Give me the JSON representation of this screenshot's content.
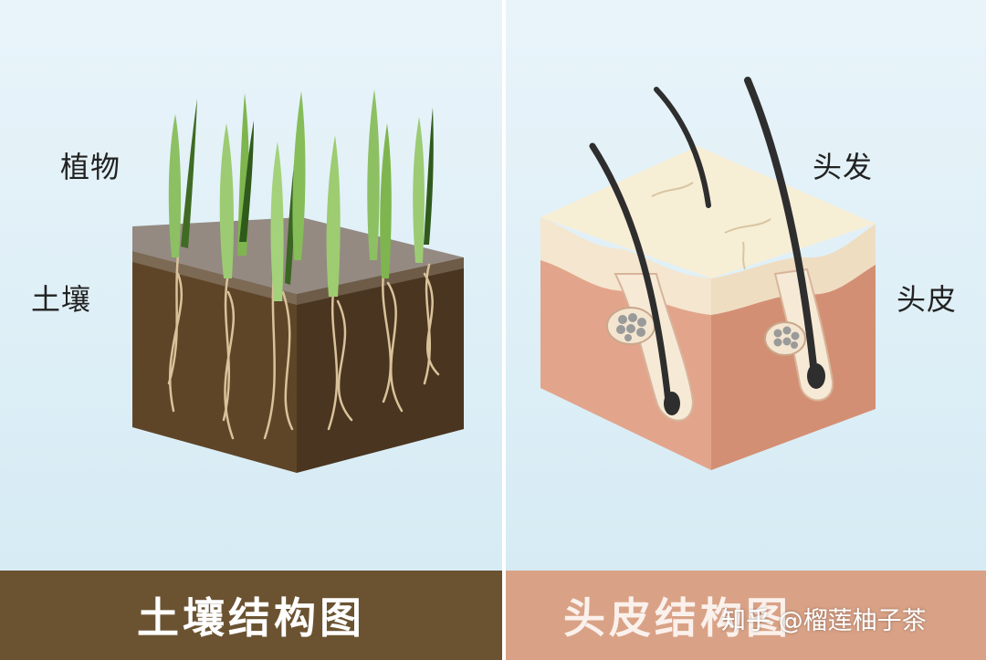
{
  "left": {
    "label_plant": "植物",
    "label_soil": "土壤",
    "caption": "土壤结构图"
  },
  "right": {
    "label_hair": "头发",
    "label_scalp": "头皮",
    "caption": "头皮结构图"
  },
  "watermark": "知乎 @榴莲柚子茶",
  "colors": {
    "soil_front": "#5e4528",
    "soil_top": "#8f857d",
    "leaf": "#7fb54e",
    "skin": "#e2a58c",
    "scalp_top": "#f7eed6",
    "hair": "#2e2e2e",
    "footer_left": "#6b5331",
    "footer_right": "#d9a286"
  }
}
